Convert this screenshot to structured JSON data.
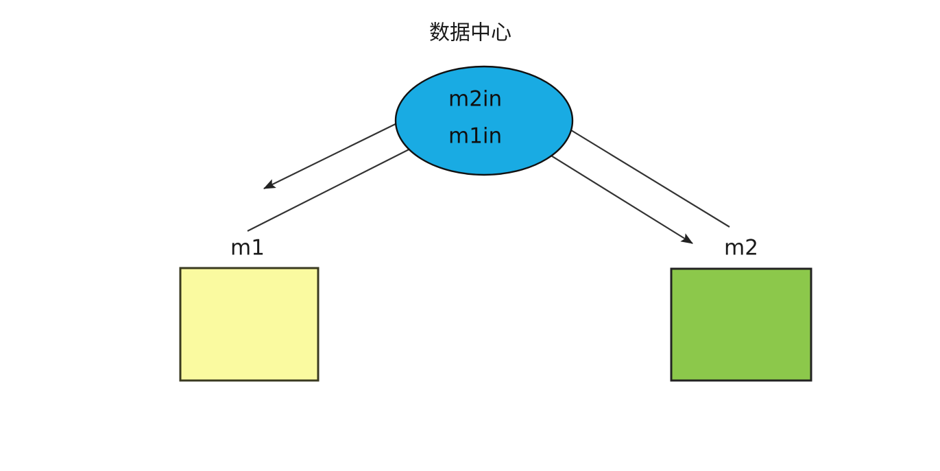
{
  "diagram": {
    "title": "数据中心",
    "background_color": "#ffffff",
    "center_node": {
      "name": "数据中心",
      "shape": "ellipse",
      "fill_color": "#19ABE3",
      "stroke_color": "#111111",
      "ports": [
        {
          "label": "m2in"
        },
        {
          "label": "m1in"
        }
      ]
    },
    "nodes": [
      {
        "label": "m1",
        "shape": "rectangle",
        "fill_color": "#FAFAA0",
        "stroke_color": "#3a3a20"
      },
      {
        "label": "m2",
        "shape": "rectangle",
        "fill_color": "#8CC84B",
        "stroke_color": "#222222"
      }
    ],
    "edges": [
      {
        "name": "m2in-to-m1",
        "from": "m2in",
        "to": "m1",
        "direction": "outgoing"
      },
      {
        "name": "m1-to-m1in",
        "from": "m1",
        "to": "m1in",
        "direction": "incoming"
      },
      {
        "name": "m2-to-m2in",
        "from": "m2",
        "to": "m2in",
        "direction": "incoming"
      },
      {
        "name": "m1in-to-m2",
        "from": "m1in",
        "to": "m2",
        "direction": "outgoing"
      }
    ]
  }
}
